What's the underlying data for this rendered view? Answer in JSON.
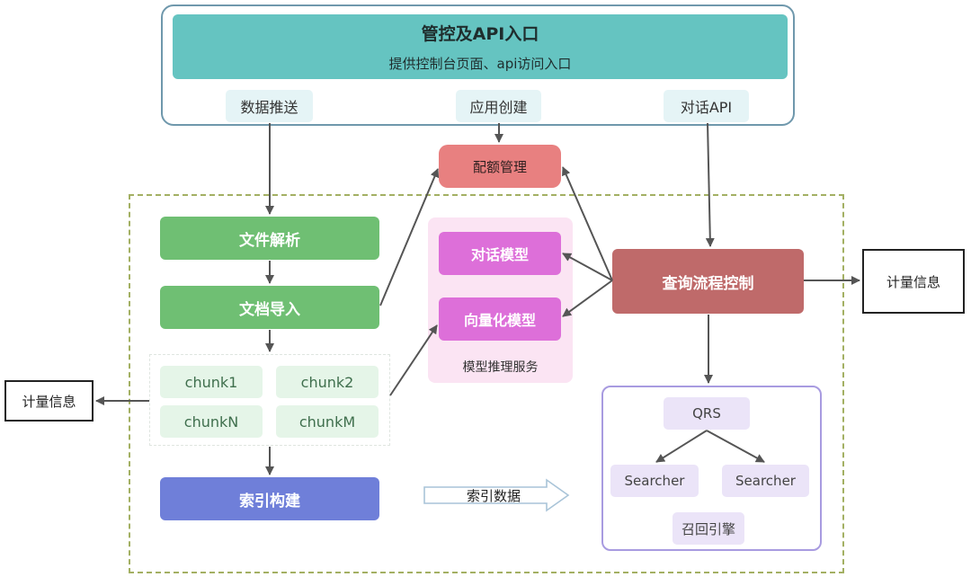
{
  "gateway": {
    "title": "管控及API入口",
    "subtitle": "提供控制台页面、api访问入口",
    "push_label": "数据推送",
    "app_label": "应用创建",
    "chat_api_label": "对话API"
  },
  "quota": {
    "label": "配额管理"
  },
  "pipeline": {
    "parse_label": "文件解析",
    "import_label": "文档导入",
    "chunks": [
      "chunk1",
      "chunk2",
      "chunkN",
      "chunkM"
    ],
    "index_label": "索引构建",
    "index_data_label": "索引数据"
  },
  "models": {
    "chat_label": "对话模型",
    "vector_label": "向量化模型",
    "caption": "模型推理服务"
  },
  "query": {
    "label": "查询流程控制"
  },
  "metering": {
    "right_label": "计量信息",
    "left_label": "计量信息"
  },
  "engine": {
    "qrs_label": "QRS",
    "searchers": [
      "Searcher",
      "Searcher"
    ],
    "recall_label": "召回引擎"
  },
  "colors": {
    "teal": "#65c4c1",
    "green": "#6fbf73",
    "blue": "#6f7fd9",
    "pink": "#dd6fd9",
    "red": "#bf6a6a",
    "salmon": "#e88080",
    "lavender": "#ebe4f8"
  }
}
